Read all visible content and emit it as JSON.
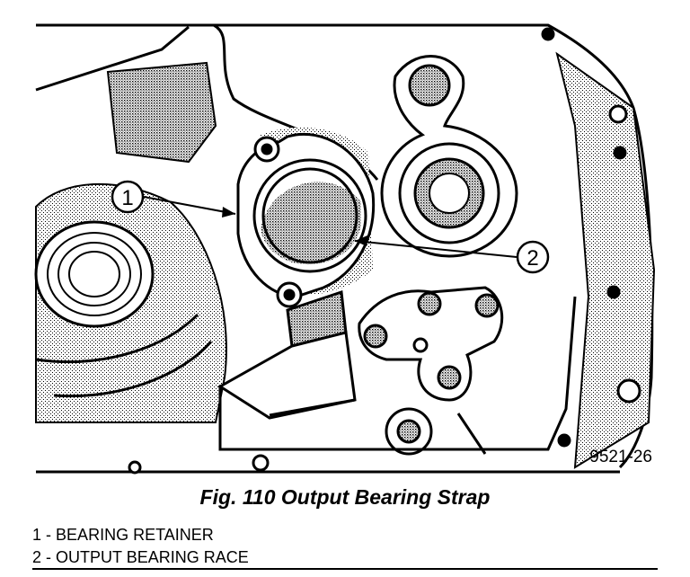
{
  "figure": {
    "reference": "9521-26",
    "caption": "Fig. 110 Output Bearing Strap"
  },
  "callouts": [
    {
      "number": "1"
    },
    {
      "number": "2"
    }
  ],
  "legend": [
    {
      "number": "1",
      "separator": "-",
      "label": "BEARING RETAINER"
    },
    {
      "number": "2",
      "separator": "-",
      "label": "OUTPUT BEARING RACE"
    }
  ]
}
